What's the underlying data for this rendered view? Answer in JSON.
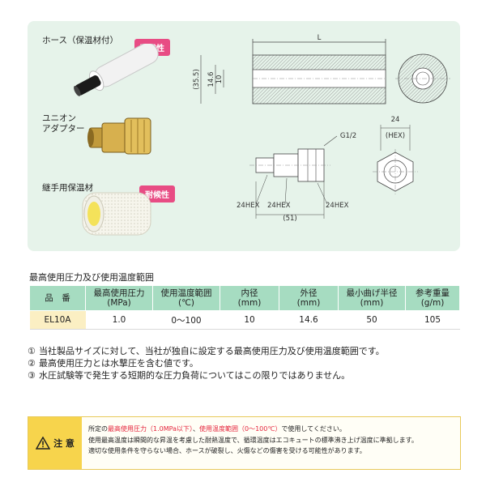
{
  "products": [
    {
      "label": "ホース（保温材付）",
      "badge": "耐候性"
    },
    {
      "label": "ユニオン\nアダプター",
      "badge": ""
    },
    {
      "label": "継手用保温材",
      "badge": "耐候性"
    }
  ],
  "drawing": {
    "length_label": "L",
    "dim_355": "(35.5)",
    "dim_146": "14.6",
    "dim_10": "10",
    "dim_24": "24",
    "hex_label": "(HEX)",
    "thread_label": "G1/2",
    "hex24_a": "24HEX",
    "hex24_b": "24HEX",
    "hex24_c": "24HEX",
    "dim_51": "(51)"
  },
  "table": {
    "title": "最高使用圧力及び使用温度範囲",
    "headers": [
      {
        "l1": "品　番",
        "l2": ""
      },
      {
        "l1": "最高使用圧力",
        "l2": "(MPa)"
      },
      {
        "l1": "使用温度範囲",
        "l2": "(℃)"
      },
      {
        "l1": "内径",
        "l2": "(mm)"
      },
      {
        "l1": "外径",
        "l2": "(mm)"
      },
      {
        "l1": "最小曲げ半径",
        "l2": "(mm)"
      },
      {
        "l1": "参考重量",
        "l2": "(g/m)"
      }
    ],
    "row": [
      "EL10A",
      "1.0",
      "0〜100",
      "10",
      "14.6",
      "50",
      "105"
    ]
  },
  "notes": [
    {
      "num": "①",
      "text": "当社製品サイズに対して、当社が独自に設定する最高使用圧力及び使用温度範囲です。"
    },
    {
      "num": "②",
      "text": "最高使用圧力とは水撃圧を含む値です。"
    },
    {
      "num": "③",
      "text": "水圧試験等で発生する短期的な圧力負荷についてはこの限りではありません。"
    }
  ],
  "caution": {
    "icon": "warning-triangle-icon",
    "title": "注 意",
    "l1_pre": "所定の",
    "l1_red1": "最高使用圧力（1.0MPa以下）",
    "l1_mid": "、",
    "l1_red2": "使用温度範囲（0〜100℃）",
    "l1_post": "で使用してください。",
    "l2": "使用最高温度は瞬間的な昇温を考慮した耐熱温度で、循環温度はエコキュートの標準沸き上げ温度に準拠します。",
    "l3": "適切な使用条件を守らない場合、ホースが破裂し、火傷などの傷害を受ける可能性があります。"
  },
  "colors": {
    "panel": "#e6f3ea",
    "badge": "#e84c84",
    "header": "#a6dcc1",
    "code_cell": "#fbefc3",
    "caution": "#f7d44c",
    "red": "#e5243b"
  }
}
